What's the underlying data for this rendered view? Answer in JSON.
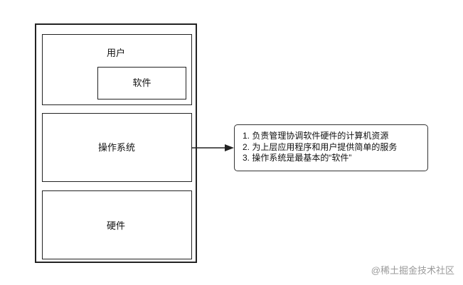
{
  "diagram": {
    "user_label": "用户",
    "software_label": "软件",
    "os_label": "操作系统",
    "hardware_label": "硬件",
    "note_lines": [
      "1. 负责管理协调软件硬件的计算机资源",
      "2. 为上层应用程序和用户提供简单的服务",
      "3. 操作系统是最基本的“软件”"
    ]
  },
  "watermark": "@稀土掘金技术社区"
}
